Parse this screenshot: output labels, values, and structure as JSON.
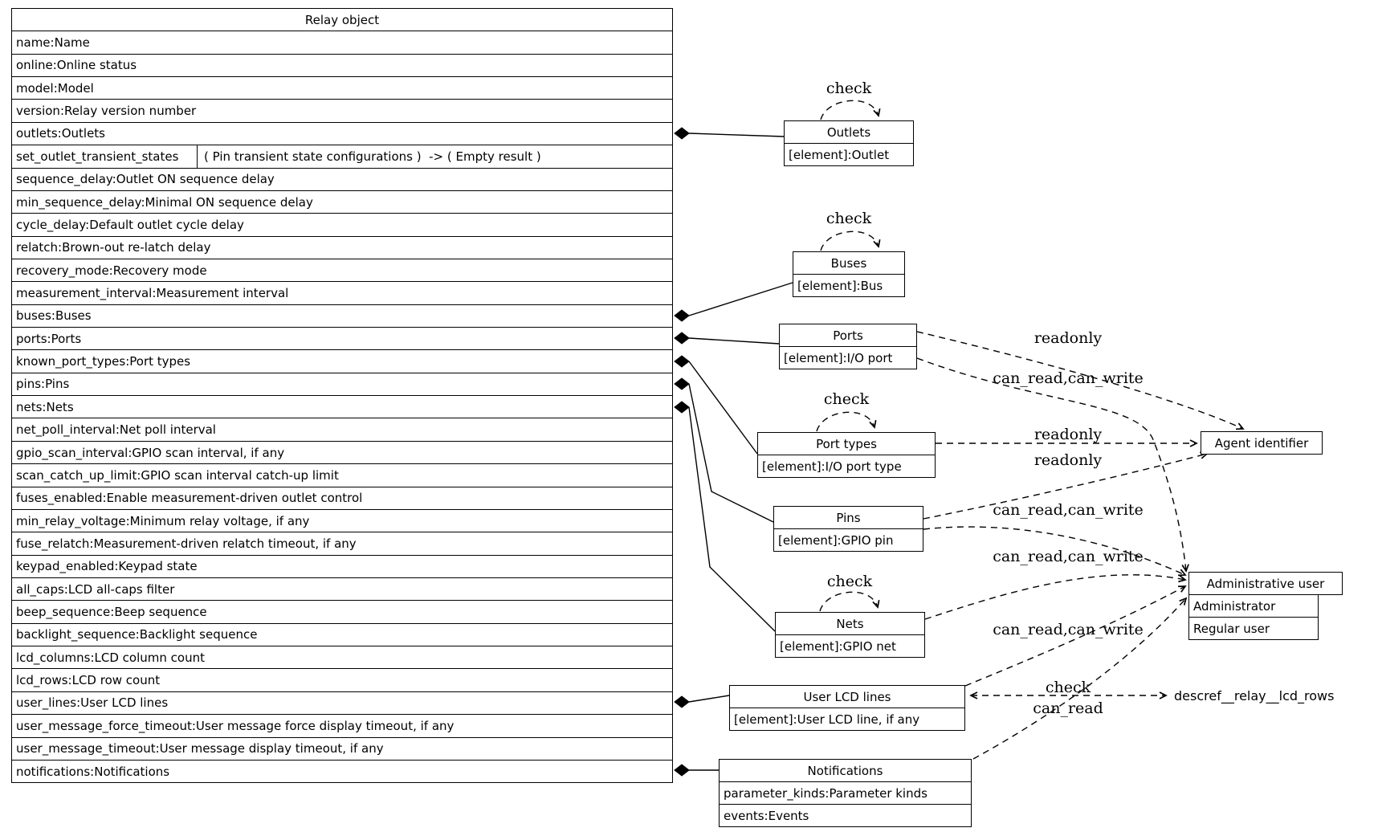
{
  "relay": {
    "title": "Relay object",
    "method_name": "set_outlet_transient_states",
    "method_signature": "( Pin transient state configurations )  -> ( Empty result )",
    "rows": [
      "name:Name",
      "online:Online status",
      "model:Model",
      "version:Relay version number",
      "outlets:Outlets",
      "sequence_delay:Outlet ON sequence delay",
      "min_sequence_delay:Minimal ON sequence delay",
      "cycle_delay:Default outlet cycle delay",
      "relatch:Brown-out re-latch delay",
      "recovery_mode:Recovery mode",
      "measurement_interval:Measurement interval",
      "buses:Buses",
      "ports:Ports",
      "known_port_types:Port types",
      "pins:Pins",
      "nets:Nets",
      "net_poll_interval:Net poll interval",
      "gpio_scan_interval:GPIO scan interval, if any",
      "scan_catch_up_limit:GPIO scan interval catch-up limit",
      "fuses_enabled:Enable measurement-driven outlet control",
      "min_relay_voltage:Minimum relay voltage, if any",
      "fuse_relatch:Measurement-driven relatch timeout, if any",
      "keypad_enabled:Keypad state",
      "all_caps:LCD all-caps filter",
      "beep_sequence:Beep sequence",
      "backlight_sequence:Backlight sequence",
      "lcd_columns:LCD column count",
      "lcd_rows:LCD row count",
      "user_lines:User LCD lines",
      "user_message_force_timeout:User message force display timeout, if any",
      "user_message_timeout:User message display timeout, if any",
      "notifications:Notifications"
    ]
  },
  "nodes": {
    "outlets": {
      "title": "Outlets",
      "element": "[element]:Outlet"
    },
    "buses": {
      "title": "Buses",
      "element": "[element]:Bus"
    },
    "ports": {
      "title": "Ports",
      "element": "[element]:I/O port"
    },
    "port_types": {
      "title": "Port types",
      "element": "[element]:I/O port type"
    },
    "pins": {
      "title": "Pins",
      "element": "[element]:GPIO pin"
    },
    "nets": {
      "title": "Nets",
      "element": "[element]:GPIO net"
    },
    "user_lcd_lines": {
      "title": "User LCD lines",
      "element": "[element]:User LCD line, if any"
    },
    "notifications": {
      "title": "Notifications",
      "rows": [
        "parameter_kinds:Parameter kinds",
        "events:Events"
      ]
    },
    "agent_identifier": {
      "title": "Agent identifier"
    },
    "administrative_user": {
      "title": "Administrative user",
      "rows": [
        "Administrator",
        "Regular user"
      ]
    },
    "descref": {
      "label": "descref__relay__lcd_rows"
    }
  },
  "edge_labels": {
    "check": "check",
    "readonly": "readonly",
    "can_read_can_write": "can_read,can_write",
    "can_read": "can_read"
  },
  "edges": [
    {
      "from": "relay.outlets",
      "to": "Outlets",
      "type": "composition"
    },
    {
      "from": "relay.buses",
      "to": "Buses",
      "type": "composition"
    },
    {
      "from": "relay.ports",
      "to": "Ports",
      "type": "composition"
    },
    {
      "from": "relay.known_port_types",
      "to": "Port types",
      "type": "composition"
    },
    {
      "from": "relay.pins",
      "to": "Pins",
      "type": "composition"
    },
    {
      "from": "relay.nets",
      "to": "Nets",
      "type": "composition"
    },
    {
      "from": "relay.user_lines",
      "to": "User LCD lines",
      "type": "composition"
    },
    {
      "from": "relay.notifications",
      "to": "Notifications",
      "type": "composition"
    },
    {
      "from": "Outlets",
      "to": "Outlets",
      "label": "check",
      "type": "self"
    },
    {
      "from": "Buses",
      "to": "Buses",
      "label": "check",
      "type": "self"
    },
    {
      "from": "Port types",
      "to": "Port types",
      "label": "check",
      "type": "self"
    },
    {
      "from": "Nets",
      "to": "Nets",
      "label": "check",
      "type": "self"
    },
    {
      "from": "Ports",
      "to": "Agent identifier",
      "label": "readonly",
      "type": "dashed"
    },
    {
      "from": "Ports",
      "to": "Administrative user",
      "label": "can_read,can_write",
      "type": "dashed"
    },
    {
      "from": "Port types",
      "to": "Agent identifier",
      "label": "readonly",
      "type": "dashed"
    },
    {
      "from": "Pins",
      "to": "Agent identifier",
      "label": "readonly",
      "type": "dashed"
    },
    {
      "from": "Pins",
      "to": "Administrative user",
      "label": "can_read,can_write",
      "type": "dashed"
    },
    {
      "from": "Nets",
      "to": "Administrative user",
      "label": "can_read,can_write",
      "type": "dashed"
    },
    {
      "from": "User LCD lines",
      "to": "Administrative user",
      "label": "can_read,can_write",
      "type": "dashed"
    },
    {
      "from": "User LCD lines",
      "to": "descref__relay__lcd_rows",
      "label": "check",
      "type": "dashed-both"
    },
    {
      "from": "Notifications",
      "to": "Administrative user",
      "label": "can_read",
      "type": "dashed"
    }
  ]
}
